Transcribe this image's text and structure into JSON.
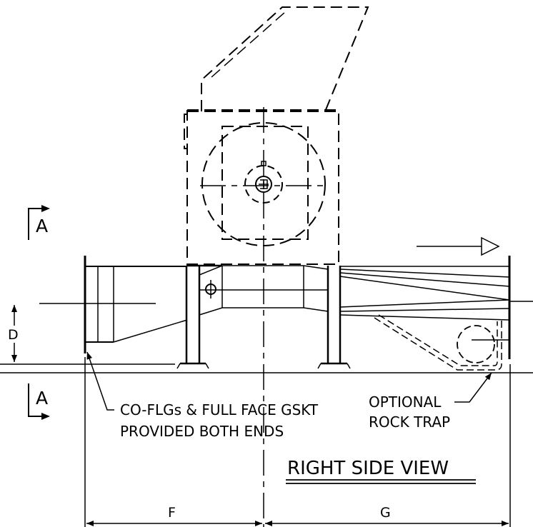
{
  "section_marks": {
    "top": "A",
    "bottom": "A"
  },
  "dimensions": {
    "d": "D",
    "f": "F",
    "g": "G"
  },
  "callouts": {
    "flanges_line1": "CO-FLGs & FULL FACE GSKT",
    "flanges_line2": "PROVIDED BOTH ENDS",
    "rock_trap_line1": "OPTIONAL",
    "rock_trap_line2": "ROCK TRAP"
  },
  "view_title": "RIGHT SIDE VIEW",
  "colors": {
    "ink": "#000000",
    "paper": "#ffffff"
  }
}
